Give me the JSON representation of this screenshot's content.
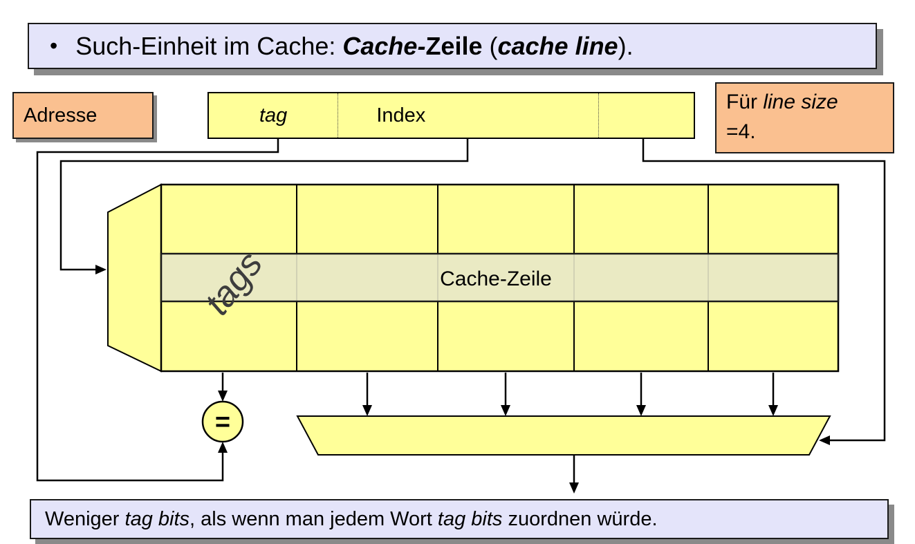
{
  "slide": {
    "title": {
      "bullet": "•",
      "part1": "Such-Einheit im Cache: ",
      "part2_bold_italic": "Cache-",
      "part3_bold": "Zeile",
      "part4": " (",
      "part5_bold_italic": "cache line",
      "part6": ")."
    },
    "address_box": {
      "label": "Adresse"
    },
    "address_field": {
      "sections": [
        {
          "label": "tag"
        },
        {
          "label": "Index"
        },
        {
          "label": ""
        }
      ]
    },
    "line_size_note": {
      "part1": "Für ",
      "part2_italic": "line size",
      "part3": "=4."
    },
    "cache_array": {
      "tags_label": "tags",
      "row_label": "Cache-Zeile",
      "columns": 5,
      "rows": 3
    },
    "comparator": {
      "symbol": "="
    },
    "footer": {
      "part1": "Weniger ",
      "part2_italic": "tag bits",
      "part3": ", als wenn man jedem Wort ",
      "part4_italic": "tag bits",
      "part5": " zuordnen würde."
    },
    "colors": {
      "cell_yellow": "#FFFF99",
      "row_highlight": "#E8E8C8",
      "note_orange": "#FAC090",
      "panel_lavender": "#E4E4FA",
      "shadow_gray": "#8A8A8A",
      "line_black": "#000000"
    }
  }
}
